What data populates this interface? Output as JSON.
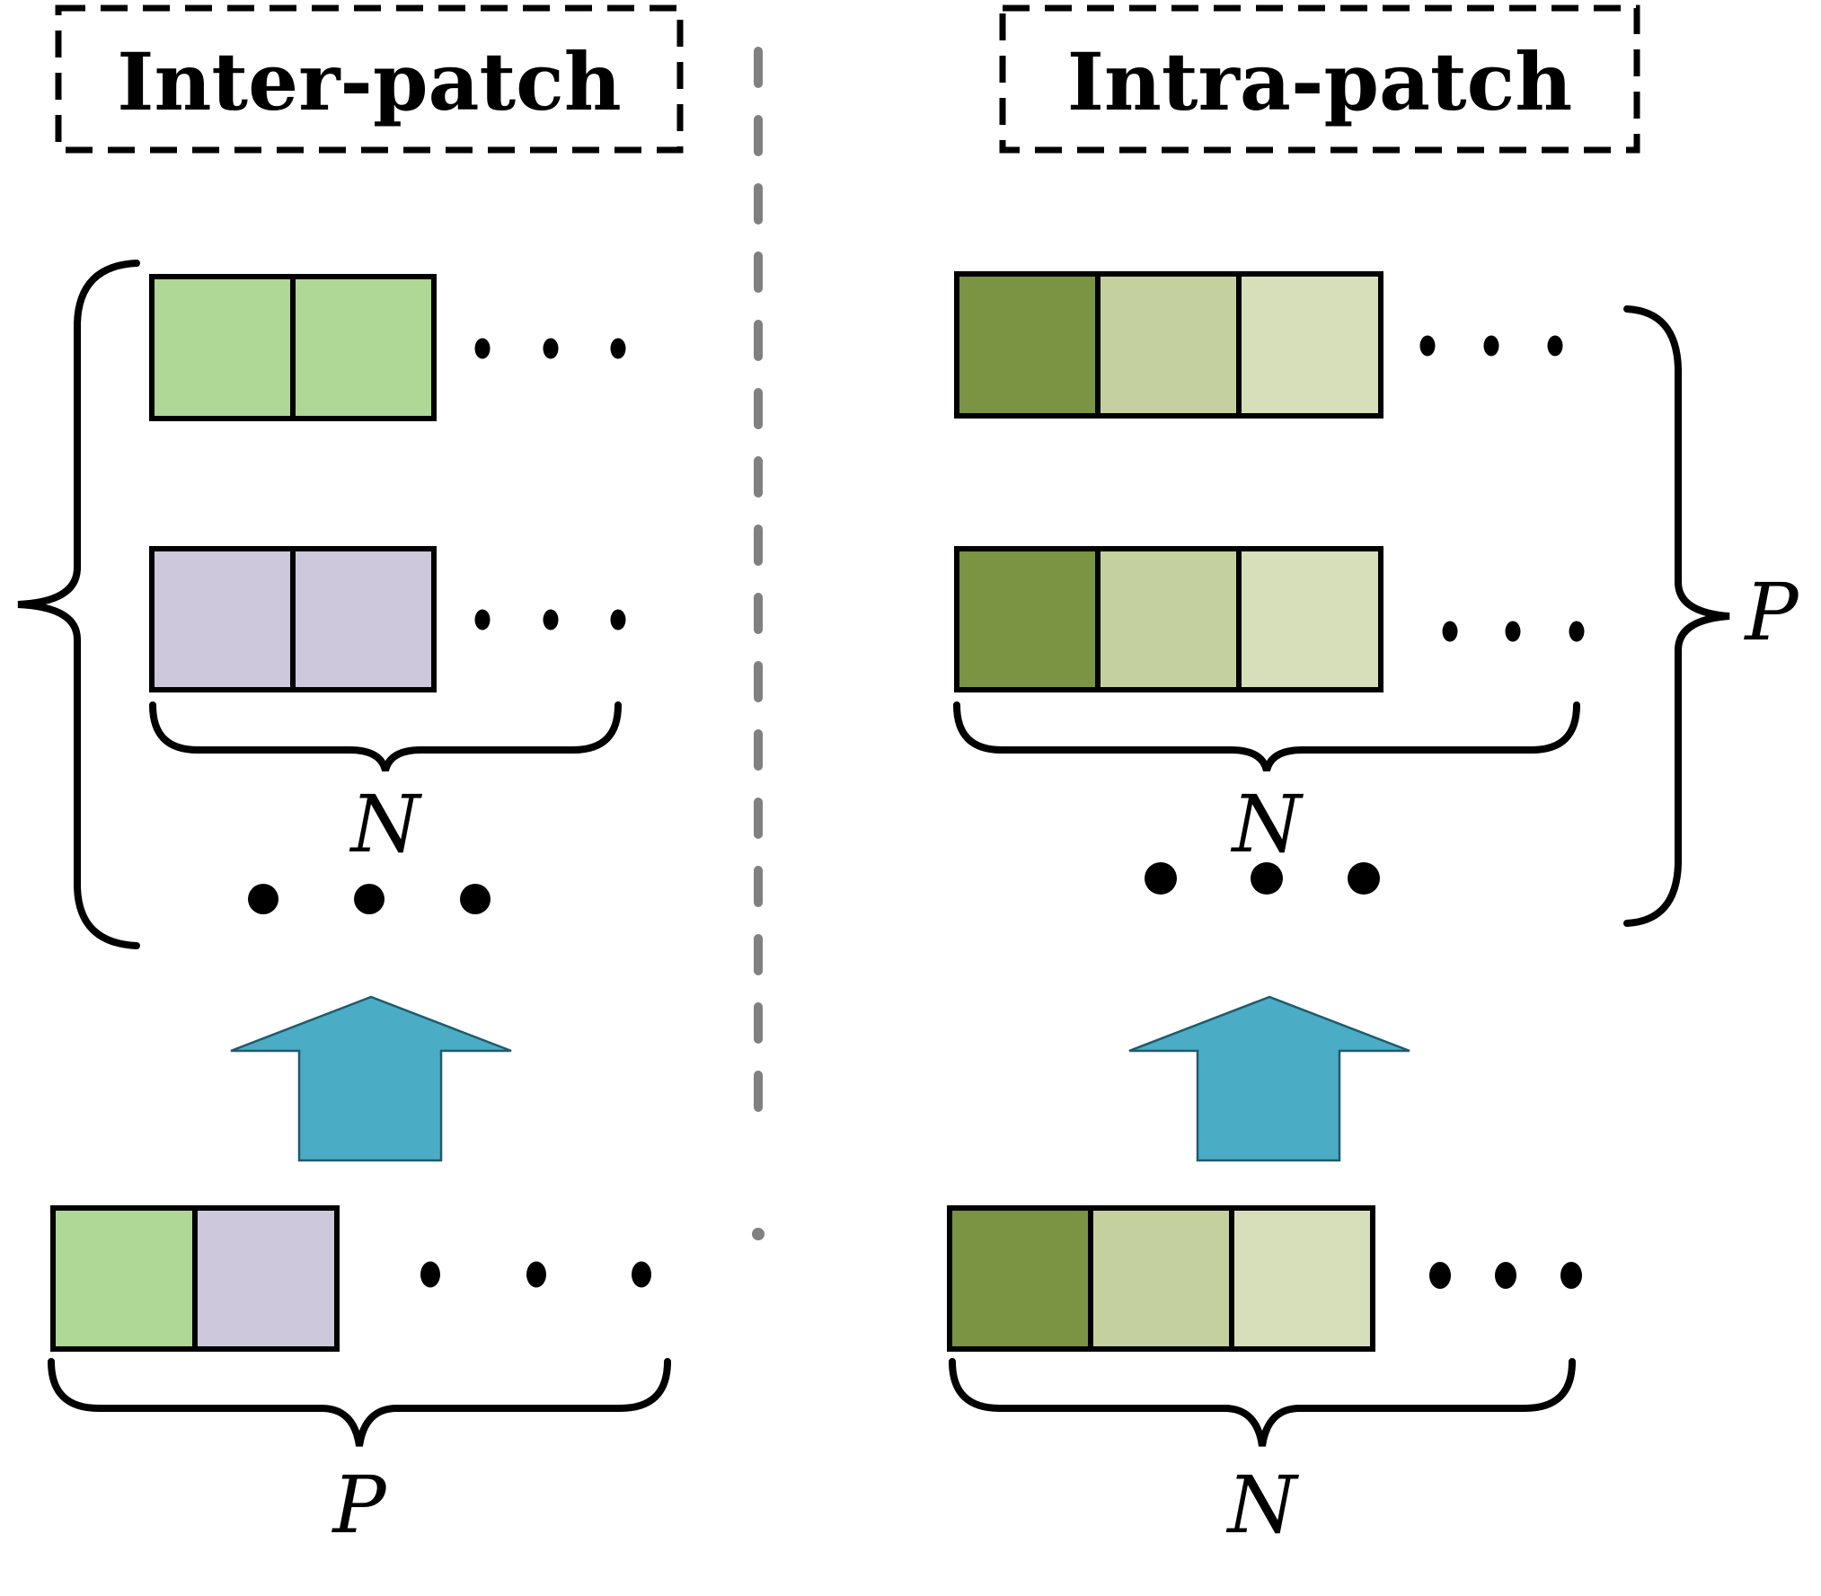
{
  "diagram": {
    "type": "paper-figure",
    "description": "Comparison of inter-patch and intra-patch token groupings, each with stacked rows of colored cells collapsing (via an upward arrow) from a single input row",
    "left_panel": {
      "title": "Inter-patch",
      "row_width_label": "N",
      "input_width_label": "P",
      "rows": [
        {
          "cells": [
            "green",
            "green"
          ],
          "trailing": "ellipsis"
        },
        {
          "cells": [
            "purple",
            "purple"
          ],
          "trailing": "ellipsis"
        }
      ],
      "vertical_ellipsis": true,
      "input_row": {
        "cells": [
          "green",
          "purple"
        ],
        "trailing": "ellipsis"
      }
    },
    "right_panel": {
      "title": "Intra-patch",
      "row_width_label": "N",
      "group_height_label": "P",
      "rows": [
        {
          "cells": [
            "olive_dark",
            "olive_medium",
            "olive_light"
          ],
          "trailing": "ellipsis"
        },
        {
          "cells": [
            "olive_dark",
            "olive_medium",
            "olive_light"
          ],
          "trailing": "ellipsis"
        }
      ],
      "vertical_ellipsis": true,
      "input_row": {
        "cells": [
          "olive_dark",
          "olive_medium",
          "olive_light"
        ],
        "trailing": "ellipsis"
      }
    }
  },
  "labels": {
    "n": "N",
    "p": "P"
  },
  "colors": {
    "green": "#AFD795",
    "purple": "#CDC8DC",
    "olive_dark": "#7A9444",
    "olive_medium": "#C4D19E",
    "olive_light": "#D6DFBA",
    "arrow_teal": "#4AACC5",
    "divider_gray": "#808080",
    "ink": "#000000"
  }
}
